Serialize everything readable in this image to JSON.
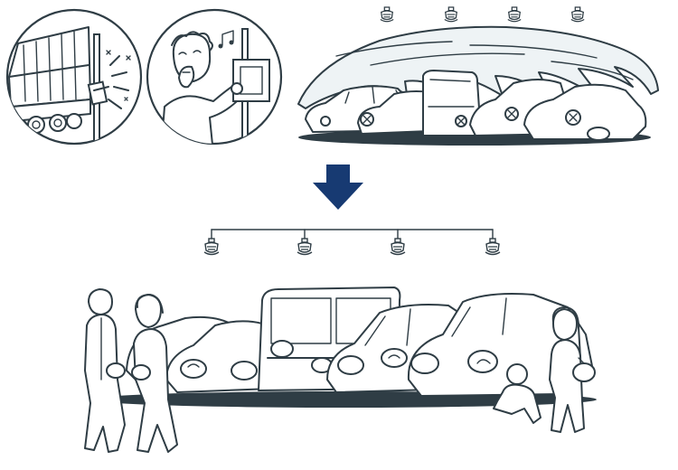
{
  "colors": {
    "ink": "#2f3d45",
    "arrow": "#173a72",
    "water": "#eef3f5",
    "fill_light": "#ffffff"
  },
  "top_scene": {
    "panels": [
      {
        "name": "truck-hits-valve-panel",
        "icons": [
          "truck-icon",
          "sprinkler-valve-icon",
          "impact-sparks-icon"
        ]
      },
      {
        "name": "person-pulls-alarm-panel",
        "icons": [
          "person-icon",
          "fire-alarm-box-icon",
          "music-note-icon"
        ]
      }
    ],
    "sprinkler_heads": 4,
    "description_icon": "water-spray-over-cars-icon",
    "cars": 6
  },
  "arrow_icon": "down-arrow-icon",
  "bottom_scene": {
    "sprinkler_heads": 4,
    "pipe_icon": "sprinkler-pipe-icon",
    "cars": 5,
    "people": [
      "walking-man-icon",
      "walking-woman-icon",
      "woman-with-bag-icon",
      "child-icon"
    ]
  }
}
